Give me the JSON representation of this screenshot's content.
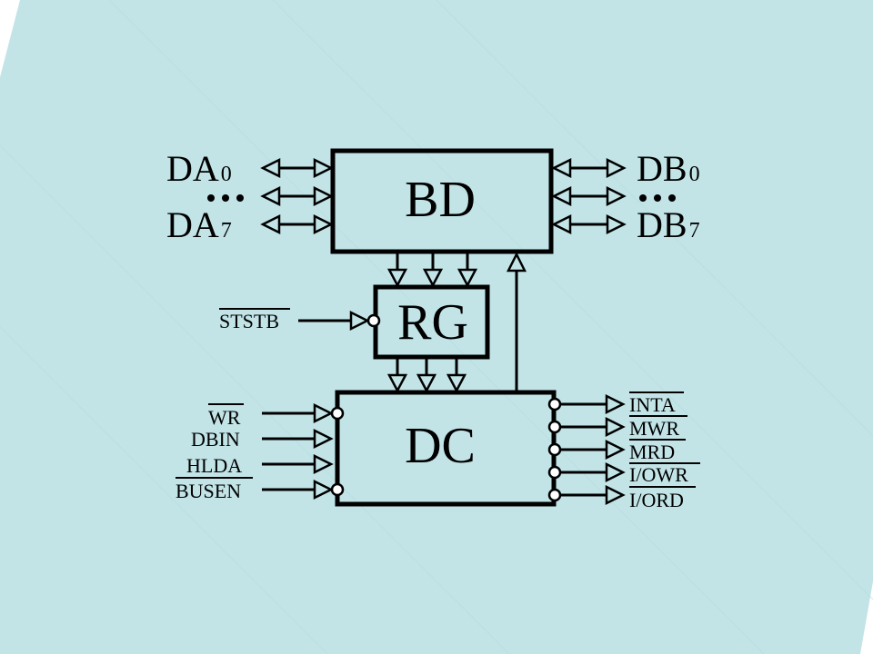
{
  "colors": {
    "background": "#c2e4e7",
    "left_band": "#ffffff",
    "stroke": "#000000",
    "bubble_fill": "#ffffff"
  },
  "blocks": {
    "bd": "BD",
    "rg": "RG",
    "dc": "DC"
  },
  "bus": {
    "da_first": {
      "base": "DA",
      "sub": "0"
    },
    "da_last": {
      "base": "DA",
      "sub": "7"
    },
    "db_first": {
      "base": "DB",
      "sub": "0"
    },
    "db_last": {
      "base": "DB",
      "sub": "7"
    }
  },
  "signals": {
    "ststb": "STSTB",
    "inputs": [
      "WR",
      "DBIN",
      "HLDA",
      "BUSEN"
    ],
    "outputs": [
      "INTA",
      "MWR",
      "MRD",
      "I/OWR",
      "I/ORD"
    ]
  }
}
